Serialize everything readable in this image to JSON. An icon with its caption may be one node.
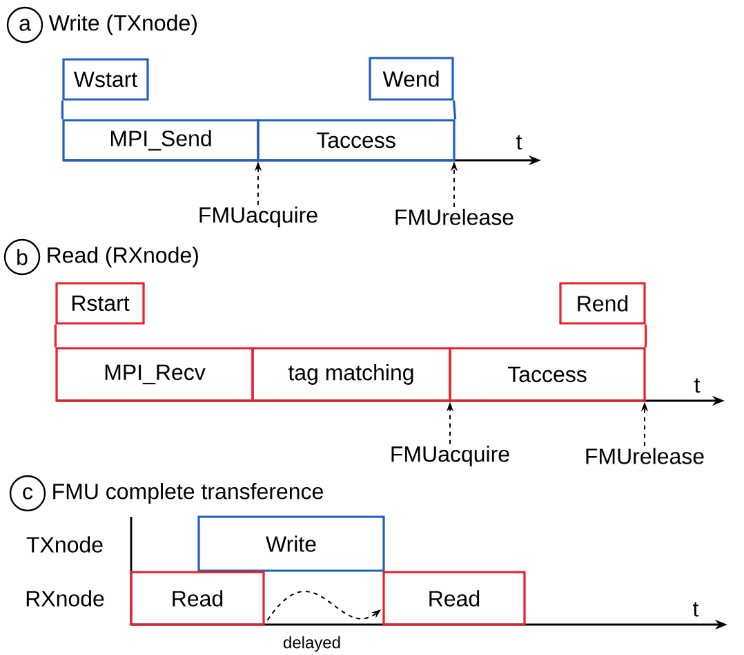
{
  "diagram": {
    "nodes": [
      {
        "text": [
          "a"
        ],
        "beside": [
          "Write (TXnode)"
        ]
      },
      {
        "text": [
          "Wstart"
        ]
      },
      {
        "text": [
          "Wend"
        ]
      },
      {
        "text": [
          "MPI_Send"
        ]
      },
      {
        "text": [
          "Taccess"
        ]
      },
      {
        "text": [
          "FMUacquire"
        ]
      },
      {
        "text": [
          "FMUrelease"
        ]
      },
      {
        "text": [
          "b"
        ],
        "beside": [
          "Read (RXnode)"
        ]
      },
      {
        "text": [
          "Rstart"
        ]
      },
      {
        "text": [
          "Rend"
        ]
      },
      {
        "text": [
          "MPI_Recv"
        ]
      },
      {
        "text": [
          "tag matching"
        ]
      },
      {
        "text": [
          "Taccess"
        ]
      },
      {
        "text": [
          "FMUacquire"
        ]
      },
      {
        "text": [
          "FMUrelease"
        ]
      },
      {
        "text": [
          "c"
        ],
        "beside": [
          "FMU complete transference"
        ]
      },
      {
        "text": [
          "Write"
        ]
      },
      {
        "text": [
          "Read"
        ]
      },
      {
        "text": [
          "Read"
        ]
      }
    ],
    "edges": [
      {
        "from": 5,
        "to": 3,
        "arrow": "to",
        "style": "dashed"
      },
      {
        "from": 6,
        "to": 4,
        "arrow": "to",
        "style": "dashed"
      },
      {
        "from": 13,
        "to": 12,
        "arrow": "to",
        "style": "dashed"
      },
      {
        "from": 14,
        "to": 12,
        "arrow": "to",
        "style": "dashed"
      },
      {
        "from": 17,
        "to": 18,
        "arrow": "to",
        "style": "dashed",
        "label": "delayed"
      },
      {
        "from": 1,
        "to": 3,
        "arrow": "none",
        "color": "#1f5fbf"
      },
      {
        "from": 2,
        "to": 4,
        "arrow": "none",
        "color": "#1f5fbf"
      },
      {
        "from": 8,
        "to": 10,
        "arrow": "none",
        "color": "#e8202a"
      },
      {
        "from": 9,
        "to": 12,
        "arrow": "none",
        "color": "#e8202a"
      }
    ],
    "labels": [
      "t",
      "t",
      "TXnode",
      "RXnode",
      "t"
    ]
  }
}
